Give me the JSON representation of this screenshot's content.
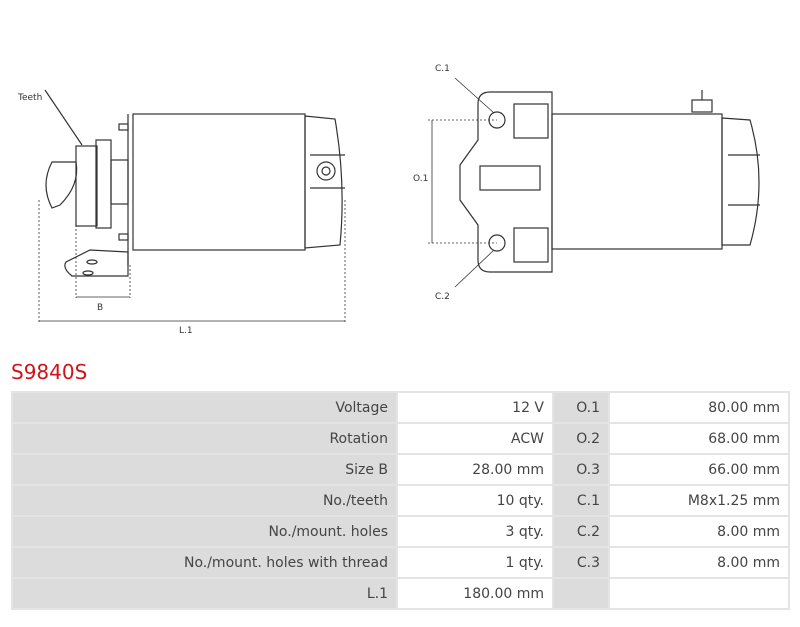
{
  "diagram": {
    "teeth": "Teeth",
    "b": "B",
    "l1": "L.1",
    "c1": "C.1",
    "o1": "O.1",
    "c2": "C.2"
  },
  "product": {
    "title": "S9840S",
    "title_color": "#d0121b"
  },
  "specs": [
    {
      "label": "Voltage",
      "value": "12 V",
      "code": "O.1",
      "code_value": "80.00 mm"
    },
    {
      "label": "Rotation",
      "value": "ACW",
      "code": "O.2",
      "code_value": "68.00 mm"
    },
    {
      "label": "Size B",
      "value": "28.00 mm",
      "code": "O.3",
      "code_value": "66.00 mm"
    },
    {
      "label": "No./teeth",
      "value": "10 qty.",
      "code": "C.1",
      "code_value": "M8x1.25 mm"
    },
    {
      "label": "No./mount. holes",
      "value": "3 qty.",
      "code": "C.2",
      "code_value": "8.00 mm"
    },
    {
      "label": "No./mount. holes with thread",
      "value": "1 qty.",
      "code": "C.3",
      "code_value": "8.00 mm"
    },
    {
      "label": "L.1",
      "value": "180.00 mm",
      "code": "",
      "code_value": ""
    }
  ]
}
